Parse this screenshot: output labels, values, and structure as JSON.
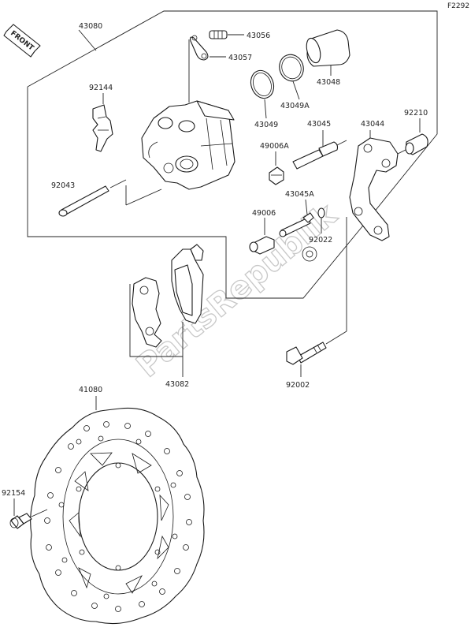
{
  "figure_code": "F2292",
  "front_label": "FRONT",
  "watermark": "PartsRepublik",
  "part_labels": {
    "p43080": "43080",
    "p43056": "43056",
    "p43057": "43057",
    "p43048": "43048",
    "p92144": "92144",
    "p43049A": "43049A",
    "p43049": "43049",
    "p43045": "43045",
    "p43044": "43044",
    "p92210": "92210",
    "p49006A": "49006A",
    "p92043": "92043",
    "p43045A": "43045A",
    "p49006": "49006",
    "p92022": "92022",
    "p43082": "43082",
    "p92002": "92002",
    "p41080": "41080",
    "p92154": "92154"
  }
}
